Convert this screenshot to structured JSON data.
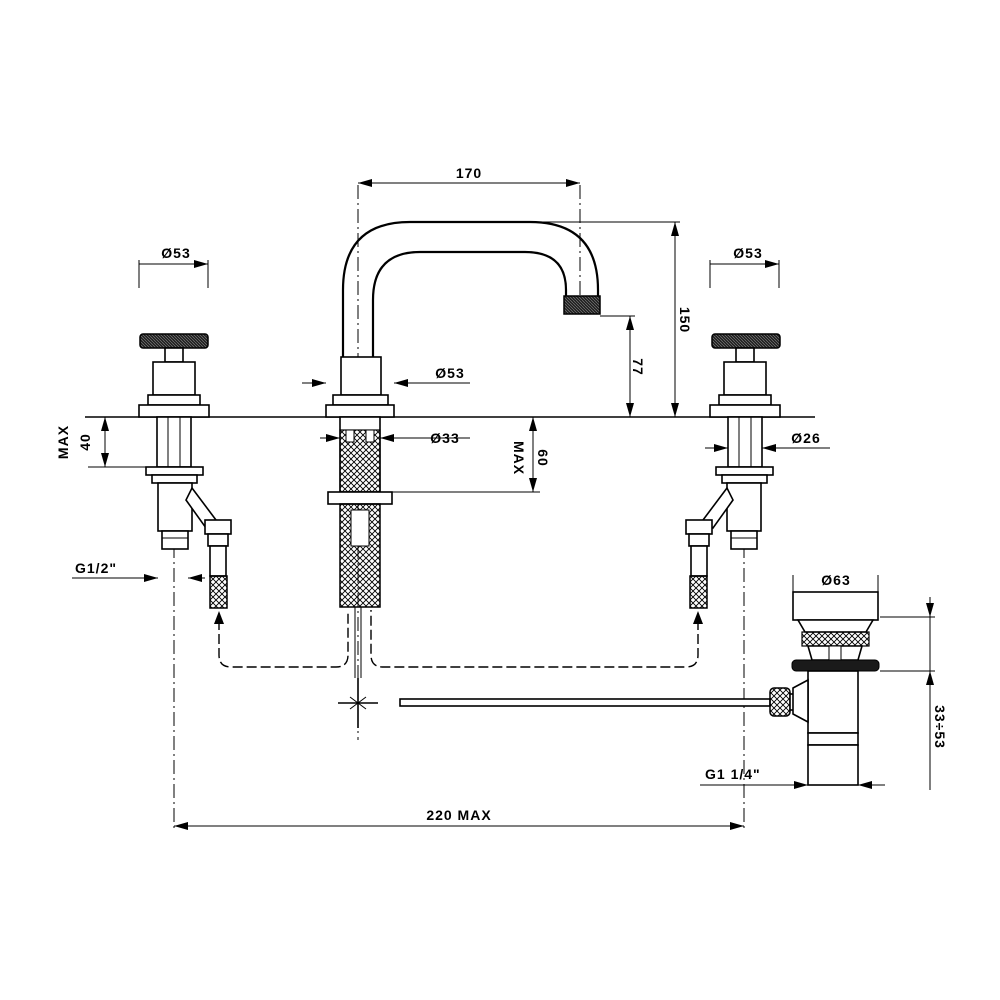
{
  "dimensions": {
    "spout_spacing": "170",
    "left_handle_diameter": "Ø53",
    "right_handle_diameter": "Ø53",
    "spout_base_diameter": "Ø53",
    "spout_height": "150",
    "outlet_height": "77",
    "spout_shank_diameter": "Ø33",
    "deck_thickness_max": "60",
    "deck_thickness_max_label": "MAX",
    "valve_deck_max": "40",
    "valve_deck_max_label": "MAX",
    "valve_shank_diameter": "Ø26",
    "inlet_thread": "G1/2\"",
    "waste_diameter": "Ø63",
    "waste_range": "33÷53",
    "waste_thread": "G1 1/4\"",
    "overall_width": "220 MAX"
  }
}
